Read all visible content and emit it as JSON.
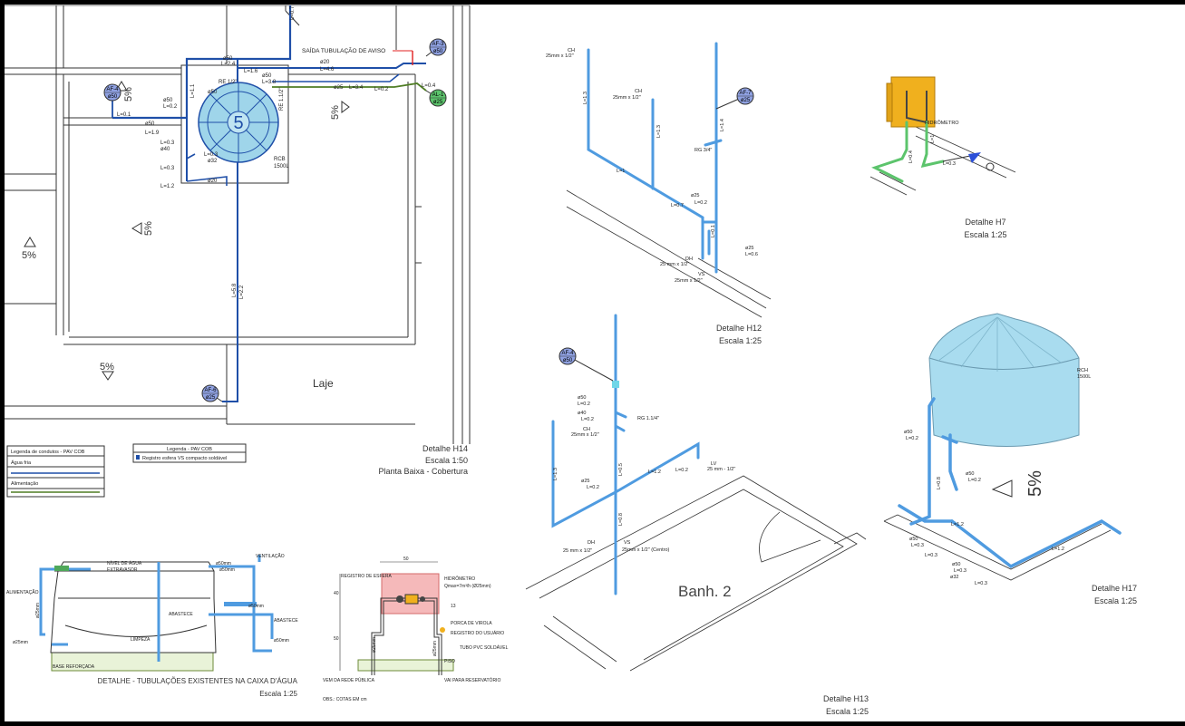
{
  "drawing": {
    "plan": {
      "roof_slopes": [
        "5%",
        "5%",
        "5%",
        "5%",
        "5%"
      ],
      "slab_label": "Laje",
      "overflow_label": "SAÍDA TUBULAÇÃO DE AVISO",
      "tank": {
        "number": "5",
        "name": "RCB",
        "volume": "1500L"
      },
      "pipes": [
        "ø50",
        "L=2.4",
        "ø20",
        "L=4.6",
        "ø50",
        "L=3.8",
        "ø25",
        "L=3.4",
        "L=0.2",
        "L=0.4",
        "ø50",
        "L=0.2",
        "ø50",
        "L=0.1",
        "L=1.9",
        "ø50",
        "L=0.3",
        "ø40",
        "L=0.3",
        "ø32",
        "L=0.3",
        "L=1.2",
        "ø20",
        "L=5.8",
        "L=2.2",
        "L=0.7",
        "L=1.6",
        "L=1.1",
        "RE 1.1/2\"",
        "RE 1/2\""
      ],
      "tags": [
        {
          "code": "AF-3",
          "size": "ø50"
        },
        {
          "code": "AL-1",
          "size": "ø25"
        },
        {
          "code": "AF-4",
          "size": "ø50"
        },
        {
          "code": "AF-6",
          "size": "ø25"
        }
      ],
      "title": [
        "Detalhe H14",
        "Escala 1:50",
        "Planta Baixa - Cobertura"
      ]
    },
    "legends": {
      "conduits": {
        "title": "Legenda de condutos - PAV COB",
        "rows": [
          "Água fria",
          "Alimentação"
        ]
      },
      "pav_cob": {
        "title": "Legenda - PAV COB",
        "rows": [
          "Registro esfera VS compacto soldável"
        ]
      }
    },
    "tank_detail": {
      "labels": [
        "NÍVEL DE ÁGUA",
        "EXTRAVASOR",
        "ø50mm",
        "VENTILAÇÃO",
        "ALIMENTAÇÃO",
        "ø25mm",
        "ABASTECE",
        "ø50mm",
        "ABASTECE",
        "ø50mm",
        "LIMPEZA",
        "ø25mm",
        "BASE REFORÇADA",
        "ø50mm"
      ],
      "title": [
        "DETALHE - TUBULAÇÕES EXISTENTES NA CAIXA D'ÁGUA",
        "Escala 1:25"
      ]
    },
    "meter_detail": {
      "labels": [
        "REGISTRO DE ESFERA",
        "HIDRÔMETRO",
        "Qmax=7m³/h (Ø25mm)",
        "PORCA DE VIROLA",
        "REGISTRO DO USUÁRIO",
        "TUBO PVC SOLDÁVEL",
        "PISO",
        "VEM DA REDE PÚBLICA",
        "VAI PARA RESERVATÓRIO",
        "OBS.: COTAS EM cm",
        "ø25mm",
        "ø25mm",
        "50",
        "40",
        "50",
        "13"
      ]
    },
    "h12": {
      "labels": [
        "CH",
        "25mm x 1/2\"",
        "CH",
        "25mm x 1/2\"",
        "DH",
        "25 mm x 1/2\"",
        "VS",
        "25mm x 1/2\"",
        "RG 3/4\"",
        "ø25",
        "L=0.2",
        "ø25",
        "L=0.6",
        "L=1.3",
        "L=1.3",
        "L=1",
        "L=1.4",
        "L=0.1",
        "L=0.7"
      ],
      "tag": {
        "code": "AF-7",
        "size": "ø25"
      },
      "title": [
        "Detalhe H12",
        "Escala 1:25"
      ]
    },
    "h7": {
      "labels": [
        "HIDRÔMETRO",
        "L=0.3",
        "L=0.4",
        "L=1"
      ],
      "title": [
        "Detalhe H7",
        "Escala 1:25"
      ]
    },
    "h13": {
      "labels": [
        "ø50",
        "L=0.2",
        "ø40",
        "L=0.2",
        "RG 1.1/4\"",
        "CH",
        "25mm x 1/2\"",
        "ø25",
        "L=0.2",
        "DH",
        "25 mm x 1/2\"",
        "VS",
        "25mm x 1/2\" (Centro)",
        "LV",
        "25 mm - 1/2\"",
        "L=0.2",
        "L=1.2",
        "L=1.3",
        "L=0.5",
        "L=0.8"
      ],
      "tag": {
        "code": "AF-4",
        "size": "ø50"
      },
      "room": "Banh. 2",
      "title": [
        "Detalhe H13",
        "Escala 1:25"
      ]
    },
    "h17": {
      "labels": [
        "RCH",
        "1500L",
        "ø50",
        "L=0.2",
        "ø50",
        "L=0.2",
        "ø50",
        "L=0.3",
        "ø50",
        "L=0.3",
        "ø32",
        "L=0.3",
        "L=0.3",
        "L=1.2",
        "L=0.8",
        "L=1.2"
      ],
      "slope": "5%",
      "title": [
        "Detalhe H17",
        "Escala 1:25"
      ]
    }
  },
  "colors": {
    "background": "#ffffff",
    "frame": "#000000",
    "cold_water": "#1f4fa8",
    "supply": "#4f7d24",
    "tag_fill": "#8fa1e2",
    "tank_fill": "#a9dcef",
    "pipe_iso": "#4f9be0",
    "meter_box": "#f0b01e",
    "highlight": "#f5b9ba"
  }
}
